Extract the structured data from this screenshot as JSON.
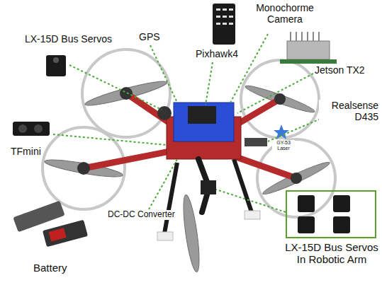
{
  "diagram": {
    "labels": [
      "LX-15D Bus Servos",
      "GPS",
      "Pixhawk4",
      "Monochorme Camera",
      "Jetson TX2",
      "TFmini",
      "Realsense D435",
      "GY-53 Laser",
      "DC-DC Converter",
      "Battery",
      "LX-15D Bus Servos In Robotic Arm"
    ]
  }
}
